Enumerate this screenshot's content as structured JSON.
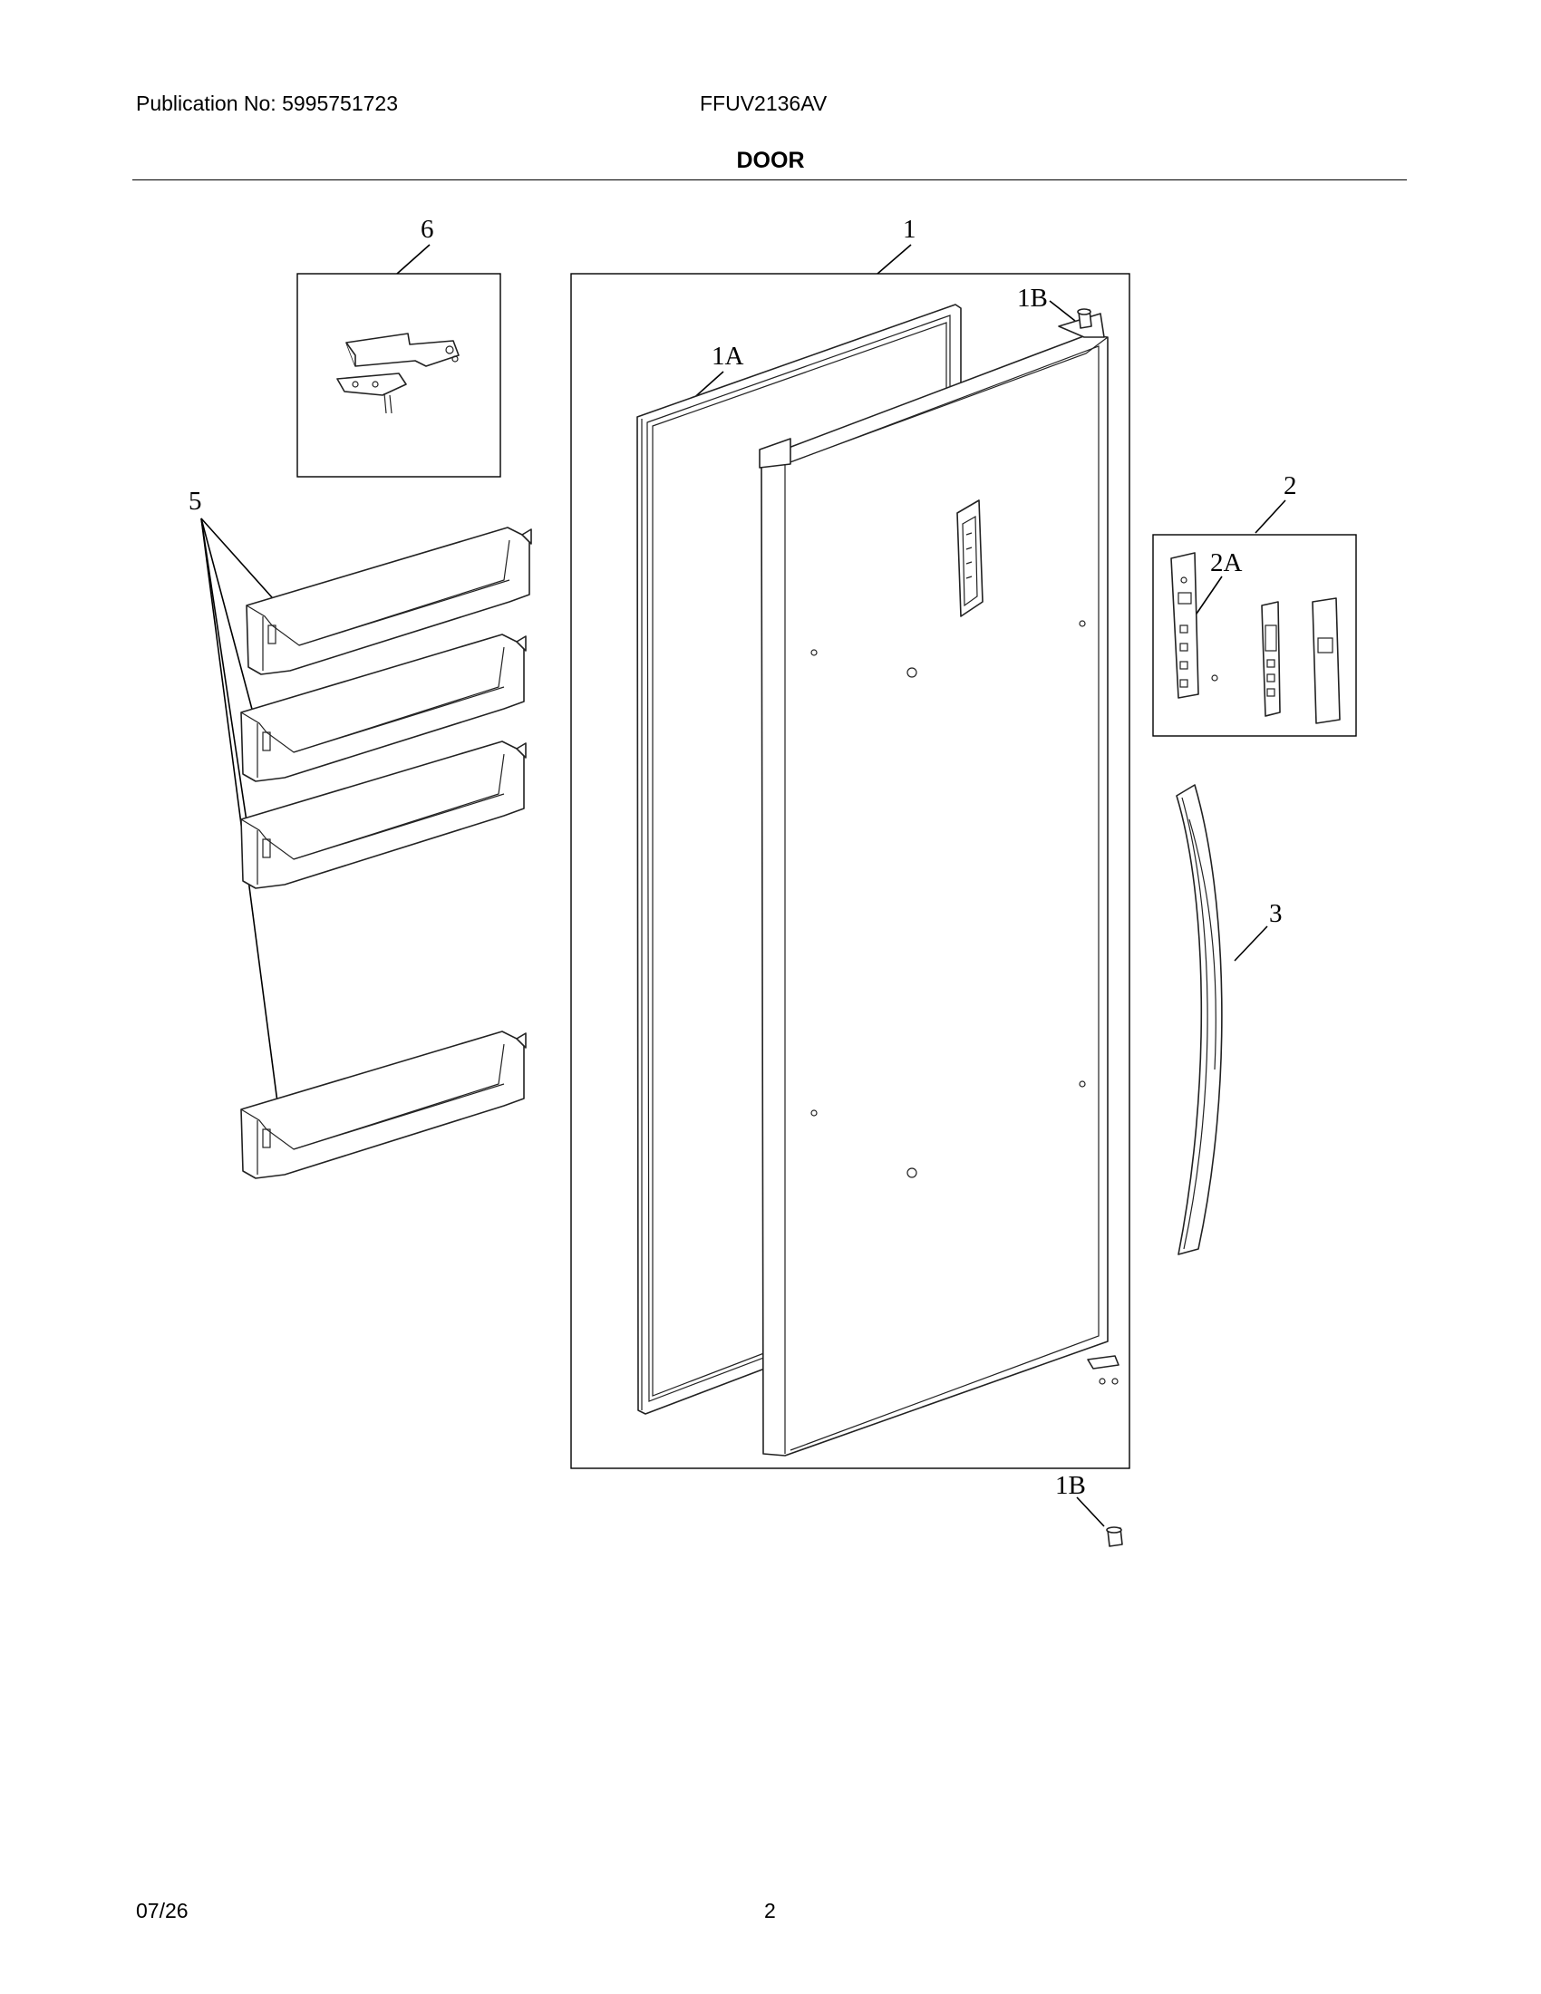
{
  "header": {
    "publication": "Publication No: 5995751723",
    "model": "FFUV2136AV",
    "section_title": "DOOR"
  },
  "footer": {
    "date": "07/26",
    "page": "2"
  },
  "callouts": {
    "door": "1",
    "gasket": "1A",
    "hinge_pin_top": "1B",
    "hinge_pin_bottom": "1B",
    "control_kit": "2",
    "control_board": "2A",
    "handle": "3",
    "door_bins": "5",
    "hinge_bracket": "6"
  }
}
